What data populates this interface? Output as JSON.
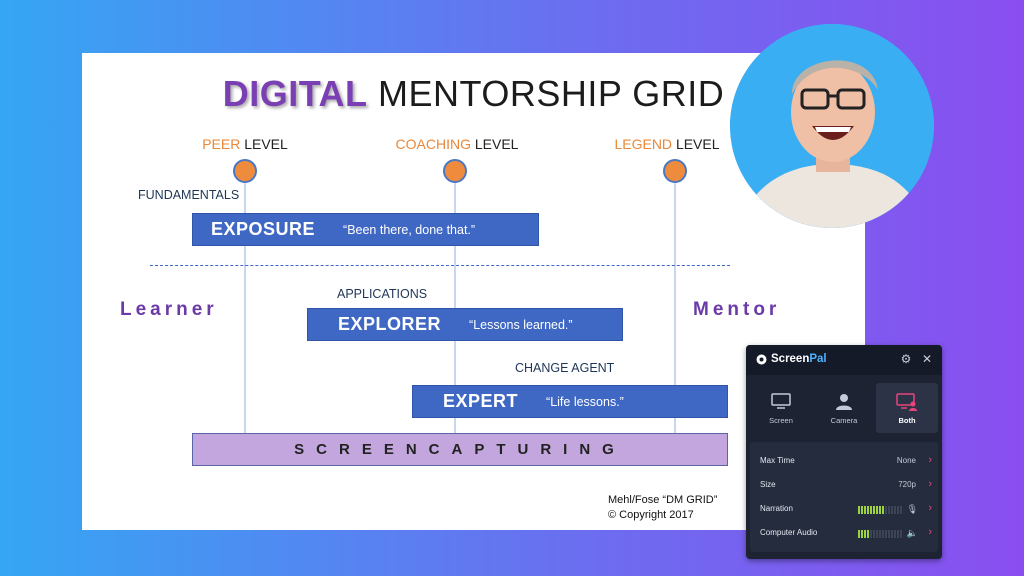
{
  "slide": {
    "title_strong": "DIGITAL",
    "title_rest": "MENTORSHIP GRID",
    "levels": [
      {
        "hi": "PEER",
        "rest": "LEVEL"
      },
      {
        "hi": "COACHING",
        "rest": "LEVEL"
      },
      {
        "hi": "LEGEND",
        "rest": "LEVEL"
      }
    ],
    "stages": [
      {
        "label": "FUNDAMENTALS",
        "name": "EXPOSURE",
        "quote": "“Been there, done that.”"
      },
      {
        "label": "APPLICATIONS",
        "name": "EXPLORER",
        "quote": "“Lessons learned.”"
      },
      {
        "label": "CHANGE AGENT",
        "name": "EXPERT",
        "quote": "“Life lessons.”"
      }
    ],
    "left_word": "Learner",
    "right_word": "Mentor",
    "footer_bar": "SCREENCAPTURING",
    "credit_line1": "Mehl/Fose “DM GRID”",
    "credit_line2": "© Copyright 2017",
    "colors": {
      "accent_purple": "#7a3fb3",
      "orange": "#ee8b3d",
      "bar_blue": "#3f67c4",
      "lavender": "#c2a6dd"
    }
  },
  "avatar": {
    "icon": "presenter-photo"
  },
  "recorder": {
    "brand_screen": "Screen",
    "brand_pal": "Pal",
    "modes": [
      {
        "label": "Screen",
        "icon": "monitor-icon",
        "active": false
      },
      {
        "label": "Camera",
        "icon": "person-icon",
        "active": false
      },
      {
        "label": "Both",
        "icon": "monitor-person-icon",
        "active": true
      }
    ],
    "settings": {
      "max_time": {
        "label": "Max Time",
        "value": "None"
      },
      "size": {
        "label": "Size",
        "value": "720p"
      },
      "narration": {
        "label": "Narration",
        "level": 0.6
      },
      "computer_audio": {
        "label": "Computer Audio",
        "level": 0.25
      }
    }
  }
}
